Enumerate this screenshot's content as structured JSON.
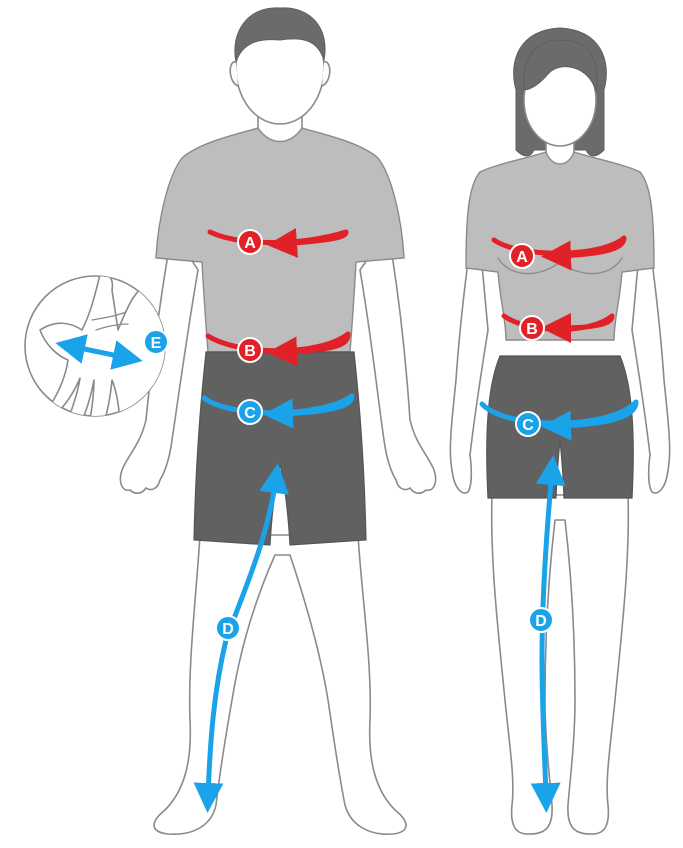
{
  "colors": {
    "background": "#ffffff",
    "outline": "#8a8a8a",
    "hair": "#6b6b6b",
    "shirt": "#bdbdbd",
    "shorts": "#616161",
    "upper_marker": "#e02127",
    "lower_marker": "#1aa3e8"
  },
  "markers": {
    "A": "A",
    "B": "B",
    "C": "C",
    "D": "D",
    "E": "E"
  }
}
